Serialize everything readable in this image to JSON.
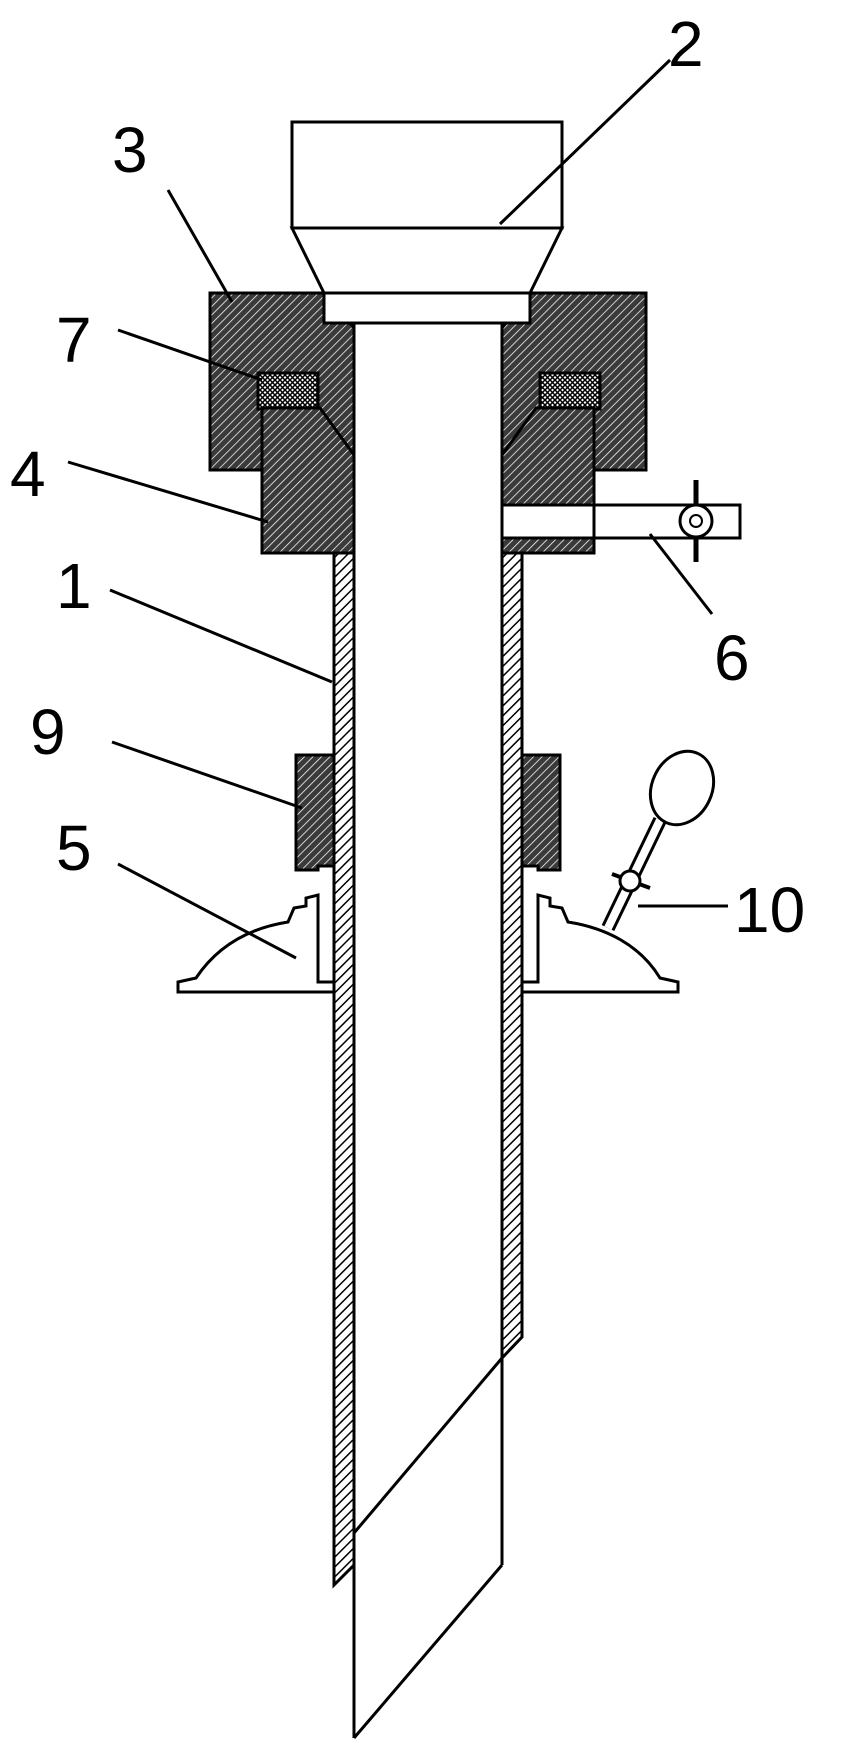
{
  "labels": {
    "l1": "1",
    "l2": "2",
    "l3": "3",
    "l4": "4",
    "l5": "5",
    "l6": "6",
    "l7": "7",
    "l9": "9",
    "l10": "10"
  },
  "colors": {
    "line": "#000000",
    "hatch_background": "#ffffff",
    "dense_hatch": "#000000",
    "paper": "#ffffff"
  }
}
